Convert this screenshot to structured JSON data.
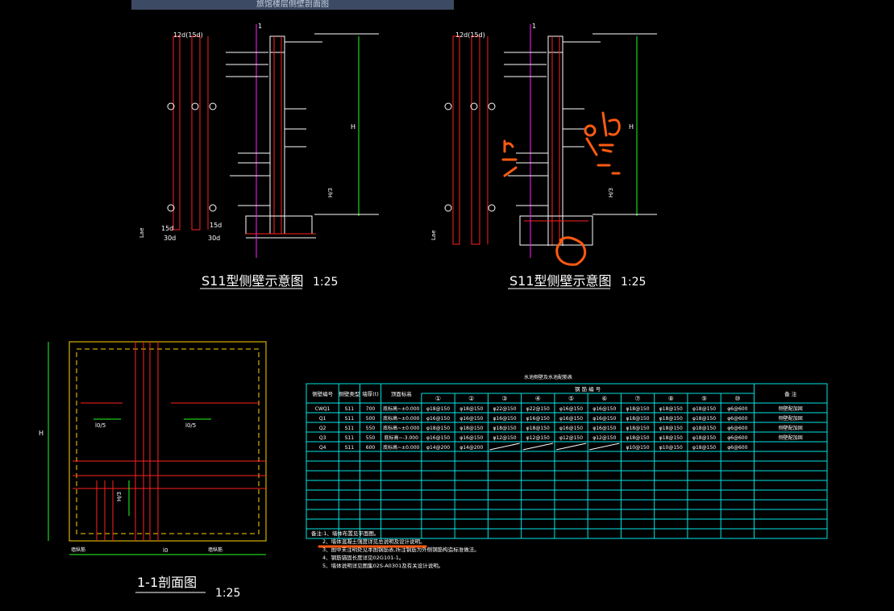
{
  "window": {
    "title": "旅馆楼层侧壁剖面图"
  },
  "diagram_left": {
    "title": "S11型侧壁示意图",
    "scale": "1:25"
  },
  "diagram_right": {
    "title": "S11型侧壁示意图",
    "scale": "1:25"
  },
  "section": {
    "title": "1-1剖面图",
    "scale": "1:25",
    "lo_label": "l0",
    "h_label": "H",
    "h3_label": "H/3",
    "lo5_label": "l0/5",
    "left_mark": "墙纵筋",
    "right_mark": "墙纵筋"
  },
  "labels": {
    "side_12d": "12d(15d)",
    "section_mark": "1",
    "h_label": "H",
    "h3_label": "H/3",
    "d15": "15d",
    "d30": "30d",
    "la": "Lae"
  },
  "table": {
    "title": "水池侧壁及水池配筋表",
    "col_headers": [
      "侧壁编号",
      "侧壁类型",
      "墙厚(t)",
      "顶面标高"
    ],
    "group_header": "钢 筋 编 号",
    "bar_headers": [
      "①",
      "②",
      "③",
      "④",
      "⑤",
      "⑥",
      "⑦",
      "⑧",
      "⑨",
      "⑩"
    ],
    "remark_header": "备 注",
    "rows": [
      [
        "CWQ1",
        "S11",
        "700",
        "底标高~±0.000",
        "φ18@150",
        "φ18@150",
        "φ22@150",
        "φ22@150",
        "φ16@150",
        "φ16@150",
        "φ18@150",
        "φ18@150",
        "φ18@150",
        "φ6@600",
        "侧壁配加固"
      ],
      [
        "Q1",
        "S11",
        "500",
        "底标高~±0.000",
        "φ16@150",
        "φ16@150",
        "φ16@150",
        "φ16@150",
        "φ16@150",
        "φ16@150",
        "φ18@150",
        "φ18@150",
        "φ18@150",
        "φ6@600",
        "侧壁配加固"
      ],
      [
        "Q2",
        "S11",
        "550",
        "底标高~±0.000",
        "φ18@150",
        "φ18@150",
        "φ18@150",
        "φ18@150",
        "φ16@150",
        "φ16@150",
        "φ18@150",
        "φ18@150",
        "φ18@150",
        "φ6@600",
        "侧壁配加固"
      ],
      [
        "Q3",
        "S11",
        "550",
        "底标高~-3.000",
        "φ16@150",
        "φ16@150",
        "φ12@150",
        "φ12@150",
        "φ12@150",
        "φ12@150",
        "φ18@150",
        "φ18@150",
        "φ18@150",
        "φ6@600",
        "侧壁配加固"
      ],
      [
        "Q4",
        "S11",
        "600",
        "底标高~±0.000",
        "φ14@200",
        "φ14@200",
        "",
        "",
        "",
        "",
        "φ10@150",
        "φ10@150",
        "φ18@150",
        "φ6@600",
        ""
      ]
    ],
    "notes": [
      "备注:1、墙体布置见平面图。",
      "2、墙体混凝土强度详见总说明及设计说明。",
      "3、图中未注明处见本图钢筋表,所注钢筋为外侧钢筋构造标准做法。",
      "4、钢筋锚固长度详见02G101-1。",
      "5、墙体说明详见图集02S-A0301及有关设计说明。"
    ]
  },
  "colors": {
    "yellow": "#ffd400",
    "red": "#ff2020",
    "white": "#ffffff",
    "green": "#20ff20",
    "cyan": "#00e5e5",
    "orange": "#ff5a10",
    "magenta": "#ff20ff"
  }
}
